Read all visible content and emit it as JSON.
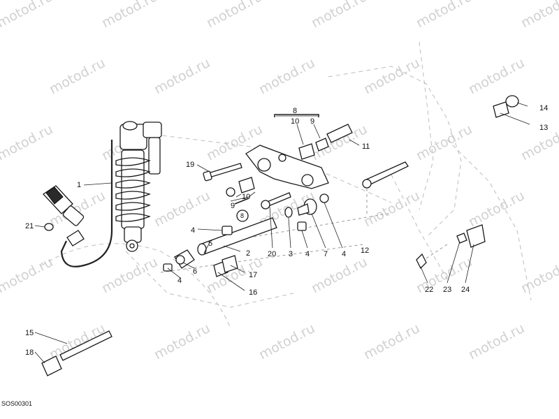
{
  "watermark": {
    "text": "motod.ru"
  },
  "reference_code": "SOS00301",
  "callouts": {
    "n1": "1",
    "n2": "2",
    "n3": "3",
    "n4a": "4",
    "n4b": "4",
    "n4c": "4",
    "n4d": "4",
    "n5": "5",
    "n6": "6",
    "n7": "7",
    "n8": "8",
    "n9a": "9",
    "n9b": "9",
    "n10a": "10",
    "n10b": "10",
    "n11": "11",
    "n12": "12",
    "n13": "13",
    "n14": "14",
    "n15": "15",
    "n16": "16",
    "n17": "17",
    "n18": "18",
    "n19": "19",
    "n20": "20",
    "n21": "21",
    "n22": "22",
    "n23": "23",
    "n24": "24",
    "n8b": "8"
  }
}
